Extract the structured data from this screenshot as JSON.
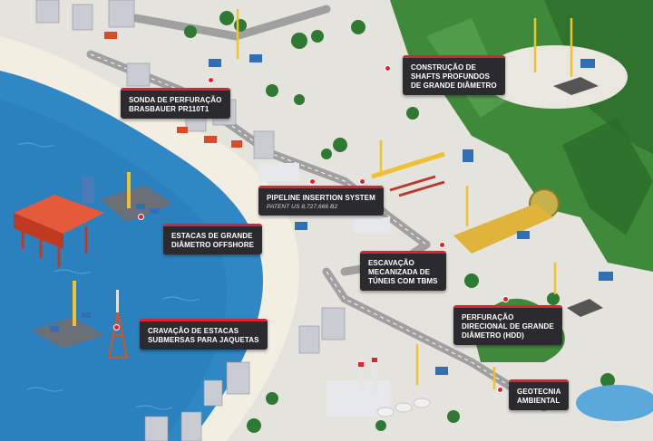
{
  "callouts": {
    "sonda": {
      "line1": "SONDA DE PERFURAÇÃO",
      "line2": "BRASBAUER PR110T1"
    },
    "shafts": {
      "line1": "CONSTRUÇÃO DE",
      "line2": "SHAFTS PROFUNDOS",
      "line3": "DE GRANDE DIÂMETRO"
    },
    "pipeline": {
      "line1": "PIPELINE INSERTION SYSTEM",
      "line2": "PATENT US 8,727,666 B2"
    },
    "estacas": {
      "line1": "ESTACAS DE GRANDE",
      "line2": "DIÂMETRO OFFSHORE"
    },
    "escavacao": {
      "line1": "ESCAVAÇÃO",
      "line2": "MECANIZADA DE",
      "line3": "TÚNEIS COM TBMS"
    },
    "cravacao": {
      "line1": "CRAVAÇÃO DE ESTACAS",
      "line2": "SUBMERSAS PARA JAQUETAS"
    },
    "hdd": {
      "line1": "PERFURAÇÃO",
      "line2": "DIRECIONAL DE GRANDE",
      "line3": "DIÂMETRO  (HDD)"
    },
    "geotecnia": {
      "line1": "GEOTECNIA",
      "line2": "AMBIENTAL"
    }
  },
  "colors": {
    "sea": "#2f87c4",
    "sea_light": "#5aa9da",
    "sand": "#f3eee2",
    "ground": "#e4e3dd",
    "road": "#9c9c9c",
    "mountain": "#3f8a3a",
    "mountain_dark": "#2a6a2a",
    "tree": "#2f7a33",
    "label_bg": "#2b2b2f",
    "accent_red": "#e3202b"
  }
}
